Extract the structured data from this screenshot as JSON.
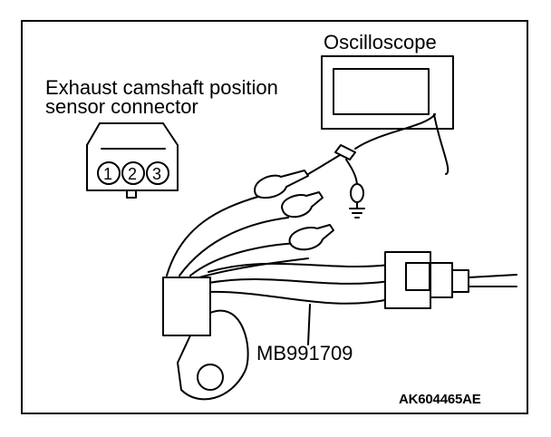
{
  "labels": {
    "oscilloscope": "Oscilloscope",
    "connector_line1": "Exhaust camshaft position",
    "connector_line2": "sensor connector",
    "tool": "MB991709",
    "figure_code": "AK604465AE"
  },
  "connector_pins": [
    "1",
    "2",
    "3"
  ],
  "colors": {
    "line": "#000000",
    "background": "#ffffff"
  }
}
